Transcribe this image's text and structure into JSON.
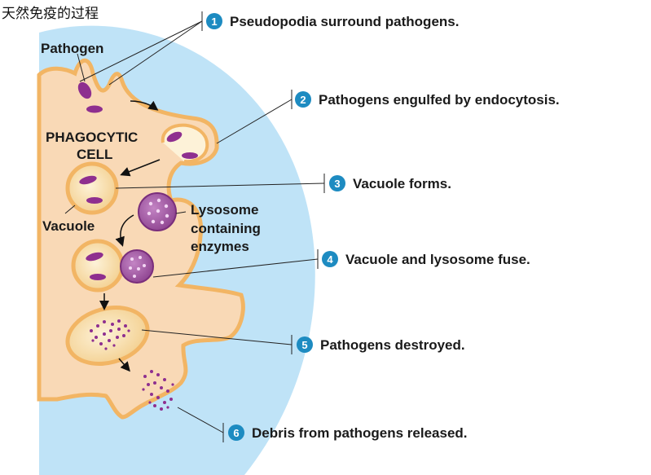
{
  "title": "天然免疫的过程",
  "labels": {
    "pathogen": "Pathogen",
    "phagocytic_line1": "PHAGOCYTIC",
    "phagocytic_line2": "CELL",
    "vacuole": "Vacuole",
    "lysosome_line1": "Lysosome",
    "lysosome_line2": "containing",
    "lysosome_line3": "enzymes"
  },
  "steps": [
    {
      "number": "1",
      "text": "Pseudopodia surround pathogens."
    },
    {
      "number": "2",
      "text": "Pathogens engulfed by endocytosis."
    },
    {
      "number": "3",
      "text": "Vacuole forms."
    },
    {
      "number": "4",
      "text": "Vacuole and lysosome fuse."
    },
    {
      "number": "5",
      "text": "Pathogens destroyed."
    },
    {
      "number": "6",
      "text": "Debris from pathogens released."
    }
  ],
  "colors": {
    "background_glow": "#bfe3f7",
    "cell_fill": "#f9d9b6",
    "cell_outline": "#f2b564",
    "pathogen": "#8e2f8f",
    "lysosome": "#9a4d9c",
    "step_badge": "#1d8bc1"
  }
}
